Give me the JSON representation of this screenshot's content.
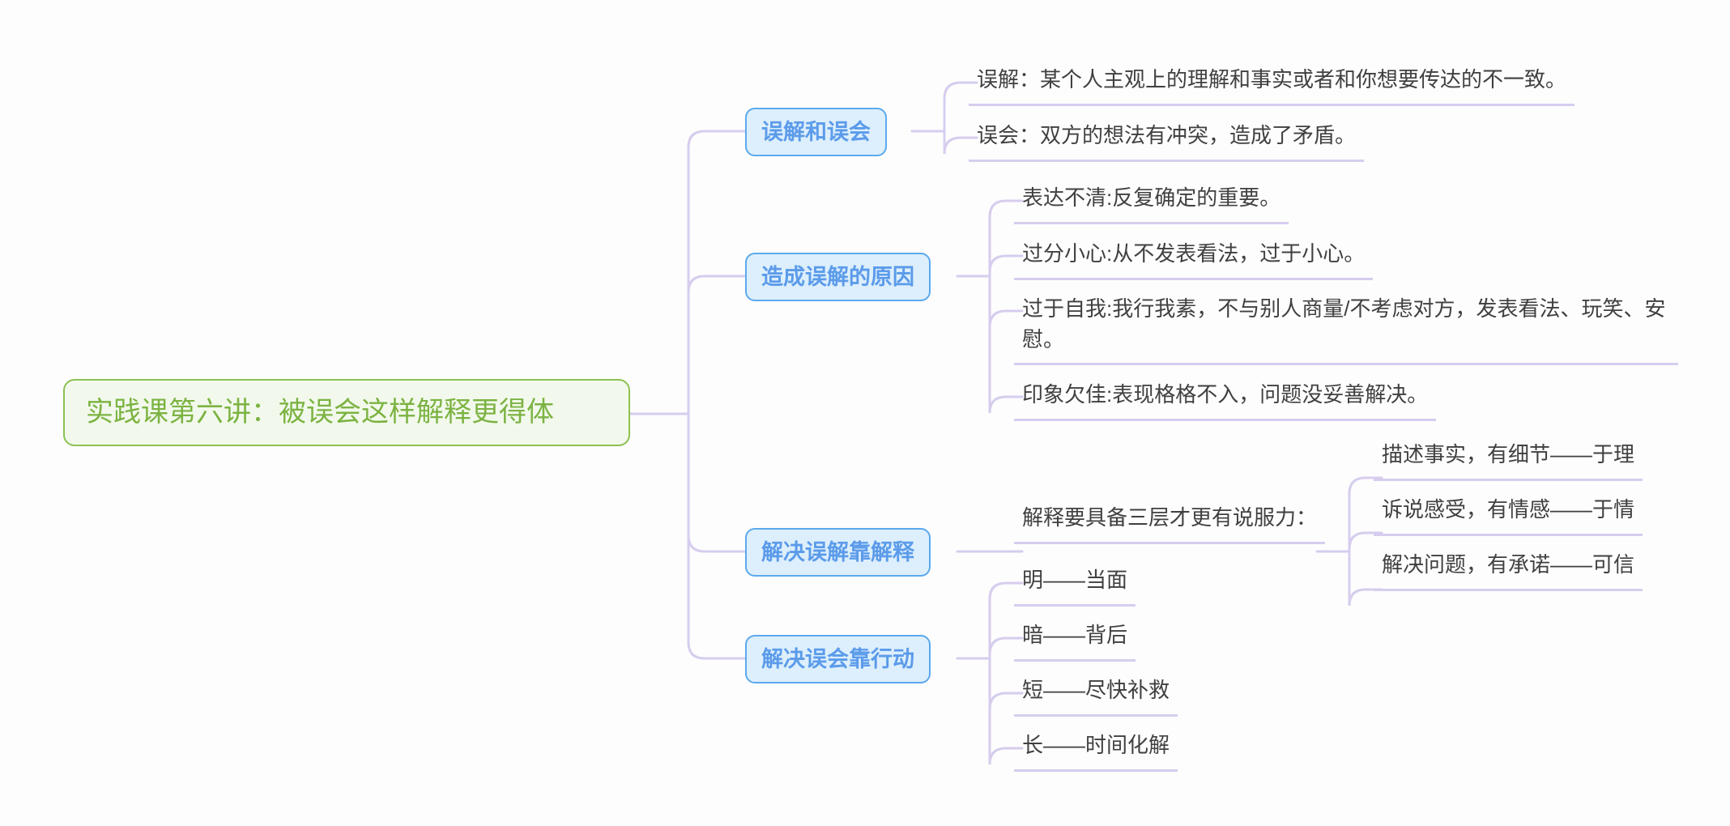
{
  "diagram": {
    "type": "mind-map",
    "title": "实践课第六讲：被误会这样解释更得体",
    "colors": {
      "root_border": "#8cc152",
      "root_fill": "#f2f9ec",
      "root_text": "#7cb342",
      "branch_border": "#5aa9ee",
      "branch_fill": "#ddeffc",
      "branch_text": "#5b9bea",
      "connector": "#d6cdee",
      "leaf_text": "#404040",
      "background": "#fdfdfd"
    }
  },
  "root": {
    "label": "实践课第六讲：被误会这样解释更得体"
  },
  "branches": [
    {
      "label": "误解和误会",
      "children": [
        {
          "label": "误解：某个人主观上的理解和事实或者和你想要传达的不一致。"
        },
        {
          "label": "误会：双方的想法有冲突，造成了矛盾。"
        }
      ]
    },
    {
      "label": "造成误解的原因",
      "children": [
        {
          "label": "表达不清:反复确定的重要。"
        },
        {
          "label": "过分小心:从不发表看法，过于小心。"
        },
        {
          "label": "过于自我:我行我素，不与别人商量/不考虑对方，发表看法、玩笑、安慰。"
        },
        {
          "label": "印象欠佳:表现格格不入，问题没妥善解决。"
        }
      ]
    },
    {
      "label": "解决误解靠解释",
      "children": [
        {
          "label": "解释要具备三层才更有说服力：",
          "children": [
            {
              "label": "描述事实，有细节——于理"
            },
            {
              "label": "诉说感受，有情感——于情"
            },
            {
              "label": "解决问题，有承诺——可信"
            }
          ]
        }
      ]
    },
    {
      "label": "解决误会靠行动",
      "children": [
        {
          "label": "明——当面"
        },
        {
          "label": "暗——背后"
        },
        {
          "label": "短——尽快补救"
        },
        {
          "label": "长——时间化解"
        }
      ]
    }
  ]
}
